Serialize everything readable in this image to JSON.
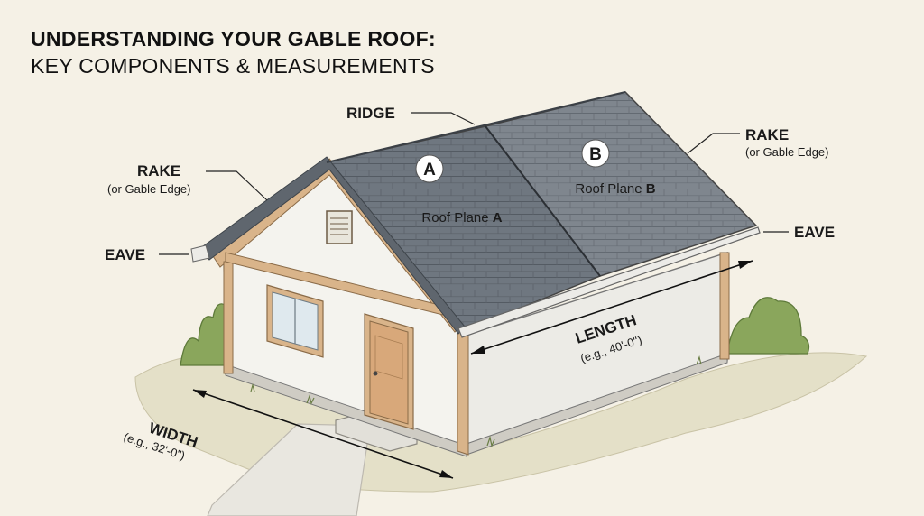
{
  "title": {
    "line1": "UNDERSTANDING YOUR GABLE ROOF:",
    "line2": "KEY COMPONENTS & MEASUREMENTS"
  },
  "labels": {
    "ridge": "RIDGE",
    "rake_left": "RAKE",
    "rake_left_sub": "(or Gable Edge)",
    "rake_right": "RAKE",
    "rake_right_sub": "(or Gable Edge)",
    "eave_left": "EAVE",
    "eave_right": "EAVE",
    "plane_a_letter": "A",
    "plane_a_text": "Roof Plane ",
    "plane_a_bold": "A",
    "plane_b_letter": "B",
    "plane_b_text": "Roof Plane ",
    "plane_b_bold": "B",
    "length": "LENGTH",
    "length_example": "(e.g., 40'-0\")",
    "width": "WIDTH",
    "width_example": "(e.g., 32'-0\")"
  },
  "colors": {
    "background": "#f5f1e6",
    "roof_plane_a": "#6f7780",
    "roof_plane_b": "#7d848c",
    "wall": "#f4f3ee",
    "trim": "#d9b48a",
    "door": "#d8a87a",
    "foliage": "#8aa65c"
  }
}
